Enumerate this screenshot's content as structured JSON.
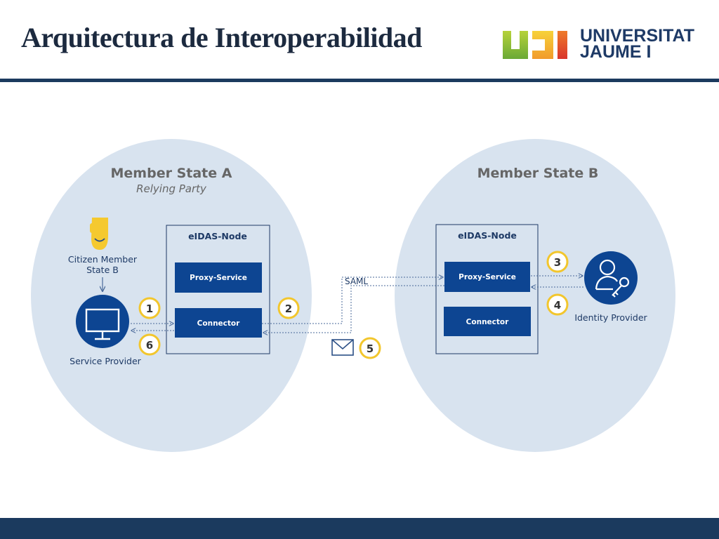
{
  "header": {
    "title": "Arquitectura de Interoperabilidad",
    "logo_line1": "UNIVERSITAT",
    "logo_line2": "JAUME I"
  },
  "colors": {
    "navy": "#1b3a5e",
    "box_blue": "#0d4592",
    "region": "#d8e3ef",
    "step_ring": "#f2c62d",
    "citizen_yellow": "#f5c92f"
  },
  "diagram": {
    "member_state_a": {
      "title": "Member State A",
      "subtitle": "Relying Party"
    },
    "member_state_b": {
      "title": "Member State B"
    },
    "node_a": {
      "title": "eIDAS-Node",
      "proxy": "Proxy-Service",
      "connector": "Connector"
    },
    "node_b": {
      "title": "eIDAS-Node",
      "proxy": "Proxy-Service",
      "connector": "Connector"
    },
    "citizen": {
      "line1": "Citizen Member",
      "line2": "State B",
      "icon": "citizen-icon"
    },
    "service_provider": {
      "label": "Service Provider",
      "icon": "monitor-icon"
    },
    "identity_provider": {
      "label": "Identity Provider",
      "icon": "user-key-icon"
    },
    "saml_label": "SAML",
    "message_icon": "envelope-icon",
    "steps": [
      "1",
      "2",
      "3",
      "4",
      "5",
      "6"
    ]
  }
}
